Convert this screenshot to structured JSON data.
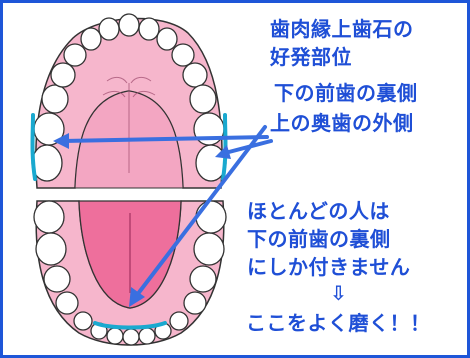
{
  "heading": {
    "line1": "歯肉縁上歯石の",
    "line2": "好発部位",
    "line3": "下の前歯の裏側",
    "line4": "上の奥歯の外側"
  },
  "note": {
    "line1": "ほとんどの人は",
    "line2": "下の前歯の裏側",
    "line3": "にしか付きません",
    "arrow": "⇩",
    "line4": "ここをよく磨く！！"
  },
  "colors": {
    "text": "#1f4fd6",
    "border": "#1e56d8",
    "arrow": "#3a6fe0",
    "gum": "#f6b6cc",
    "palate": "#f3a6c2",
    "tongue": "#ee6f9c",
    "tartar": "#1aa9cf",
    "tooth": "#ffffff"
  },
  "icons": {
    "upper": "upper-dental-arch-icon",
    "lower": "lower-dental-arch-icon"
  }
}
